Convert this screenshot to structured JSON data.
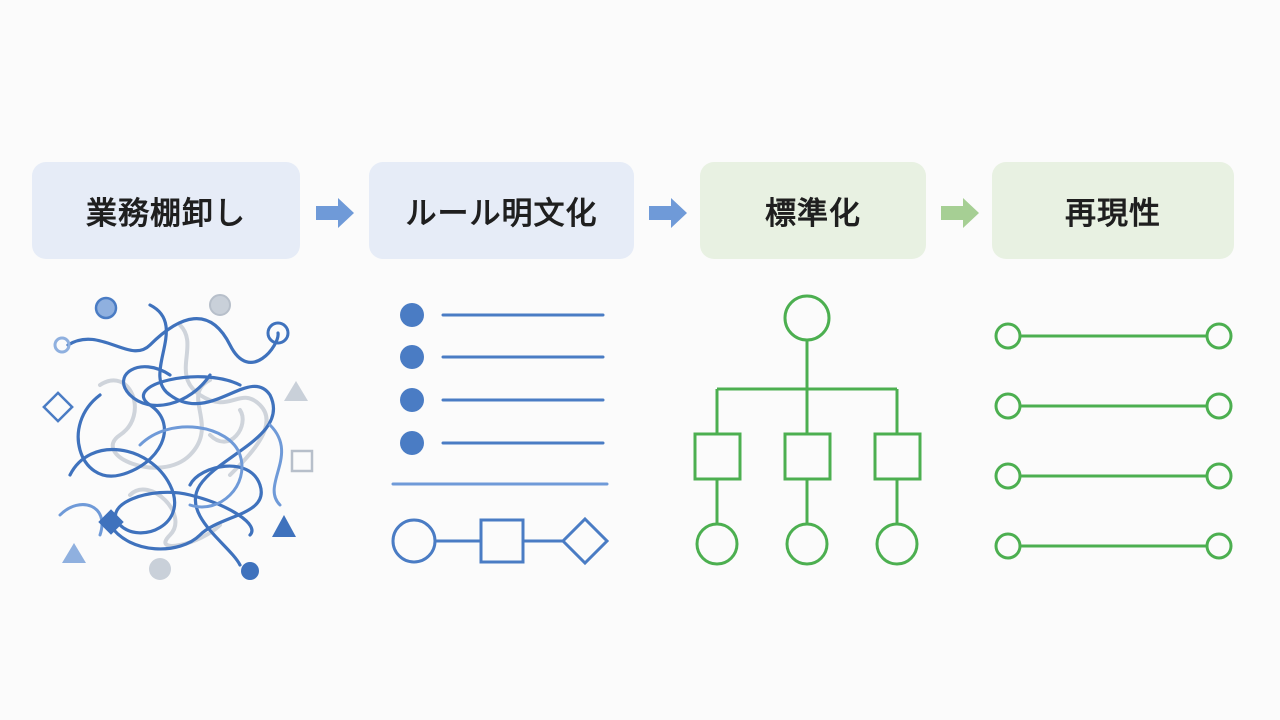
{
  "steps": [
    {
      "label": "業務棚卸し",
      "color": "#e6ecf7"
    },
    {
      "label": "ルール明文化",
      "color": "#e6ecf7"
    },
    {
      "label": "標準化",
      "color": "#e8f1e2"
    },
    {
      "label": "再現性",
      "color": "#e8f1e2"
    }
  ],
  "colors": {
    "blue": "#4a7cc4",
    "blue_light": "#8fb0df",
    "green": "#4caf50",
    "green_light": "#9ccc86",
    "gray": "#c8cdd4"
  },
  "icons": {
    "step1": "tangled-lines-icon",
    "step2": "bullet-list-flow-icon",
    "step3": "tree-hierarchy-icon",
    "step4": "parallel-lines-icon"
  }
}
